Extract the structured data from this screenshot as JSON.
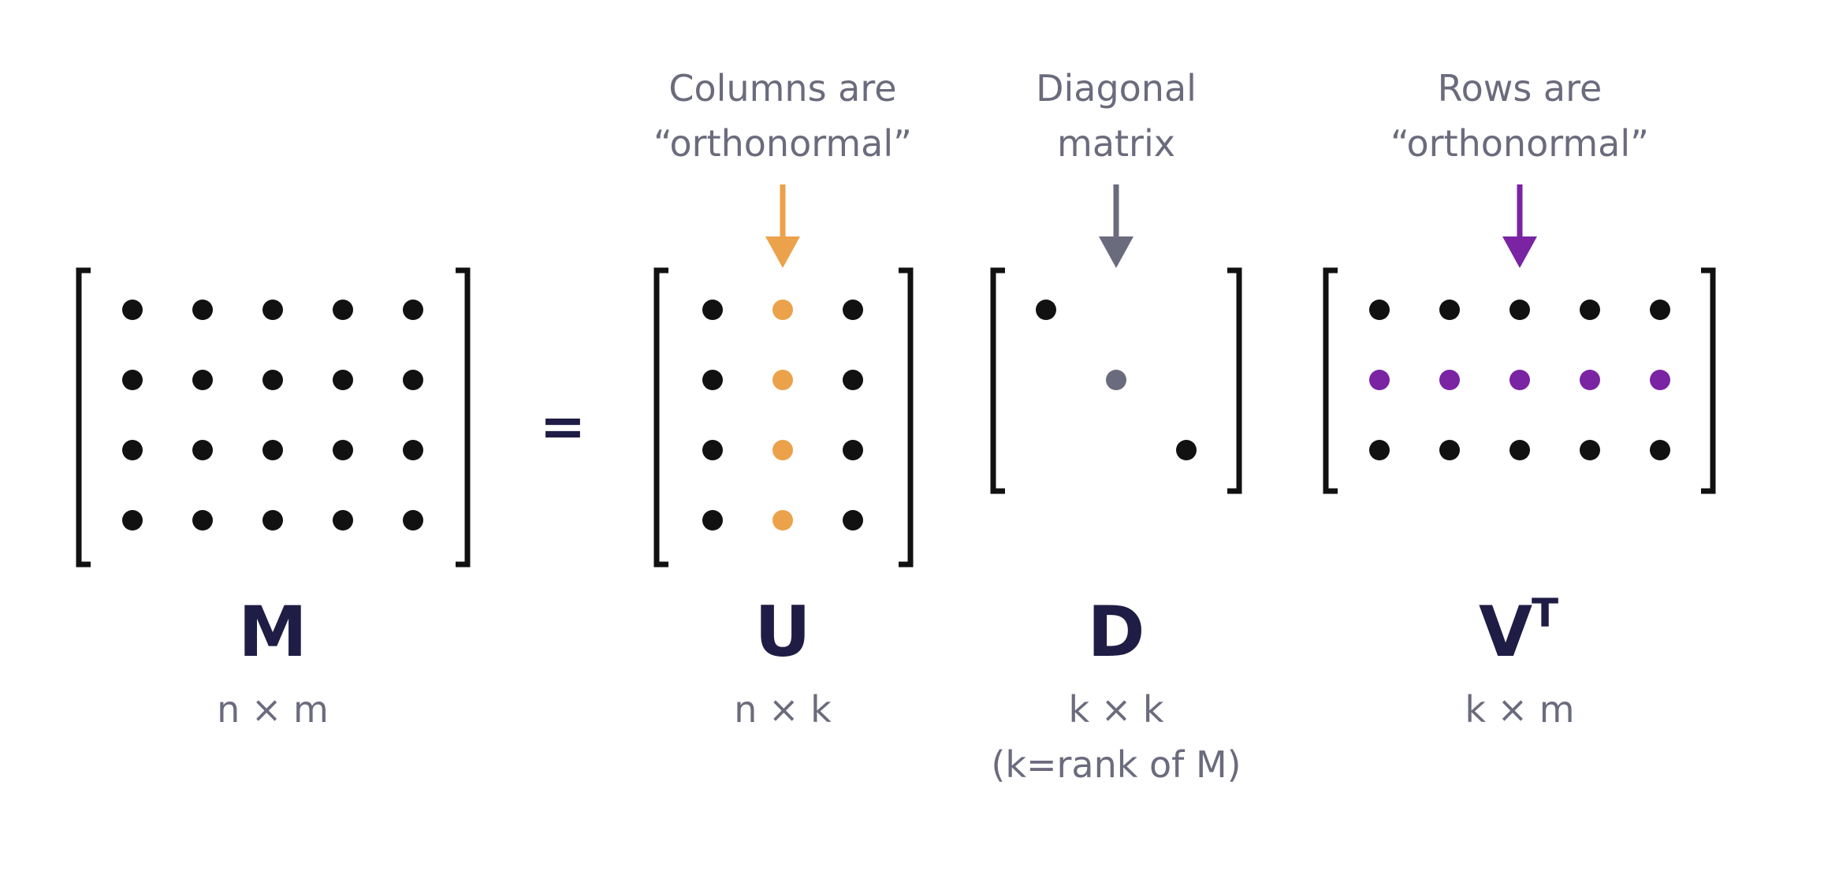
{
  "colors": {
    "dot_default": "#111111",
    "orthonormal_columns": "#eba24a",
    "diagonal": "#6b6b7e",
    "orthonormal_rows": "#7a23a3",
    "label_dark": "#1f1d45",
    "label_gray": "#6b6b7e"
  },
  "equals": "=",
  "matrices": [
    {
      "id": "M",
      "name": "M",
      "superscript": "",
      "dimension": "n × m",
      "note": "",
      "annotation": [],
      "arrow_color": "",
      "grid": {
        "rows": 4,
        "cols": 5,
        "dots": [
          [
            "#111111",
            "#111111",
            "#111111",
            "#111111",
            "#111111"
          ],
          [
            "#111111",
            "#111111",
            "#111111",
            "#111111",
            "#111111"
          ],
          [
            "#111111",
            "#111111",
            "#111111",
            "#111111",
            "#111111"
          ],
          [
            "#111111",
            "#111111",
            "#111111",
            "#111111",
            "#111111"
          ]
        ]
      }
    },
    {
      "id": "U",
      "name": "U",
      "superscript": "",
      "dimension": "n × k",
      "note": "",
      "annotation": [
        "Columns are",
        "“orthonormal”"
      ],
      "arrow_color": "#eba24a",
      "grid": {
        "rows": 4,
        "cols": 3,
        "dots": [
          [
            "#111111",
            "#eba24a",
            "#111111"
          ],
          [
            "#111111",
            "#eba24a",
            "#111111"
          ],
          [
            "#111111",
            "#eba24a",
            "#111111"
          ],
          [
            "#111111",
            "#eba24a",
            "#111111"
          ]
        ]
      }
    },
    {
      "id": "D",
      "name": "D",
      "superscript": "",
      "dimension": "k × k",
      "note": "(k=rank of M)",
      "annotation": [
        "Diagonal",
        "matrix"
      ],
      "arrow_color": "#6b6b7e",
      "grid": {
        "rows": 3,
        "cols": 3,
        "dots": [
          [
            "#111111",
            null,
            null
          ],
          [
            null,
            "#6b6b7e",
            null
          ],
          [
            null,
            null,
            "#111111"
          ]
        ]
      }
    },
    {
      "id": "VT",
      "name": "V",
      "superscript": "T",
      "dimension": "k × m",
      "note": "",
      "annotation": [
        "Rows are",
        "“orthonormal”"
      ],
      "arrow_color": "#7a23a3",
      "grid": {
        "rows": 3,
        "cols": 5,
        "dots": [
          [
            "#111111",
            "#111111",
            "#111111",
            "#111111",
            "#111111"
          ],
          [
            "#7a23a3",
            "#7a23a3",
            "#7a23a3",
            "#7a23a3",
            "#7a23a3"
          ],
          [
            "#111111",
            "#111111",
            "#111111",
            "#111111",
            "#111111"
          ]
        ]
      }
    }
  ]
}
